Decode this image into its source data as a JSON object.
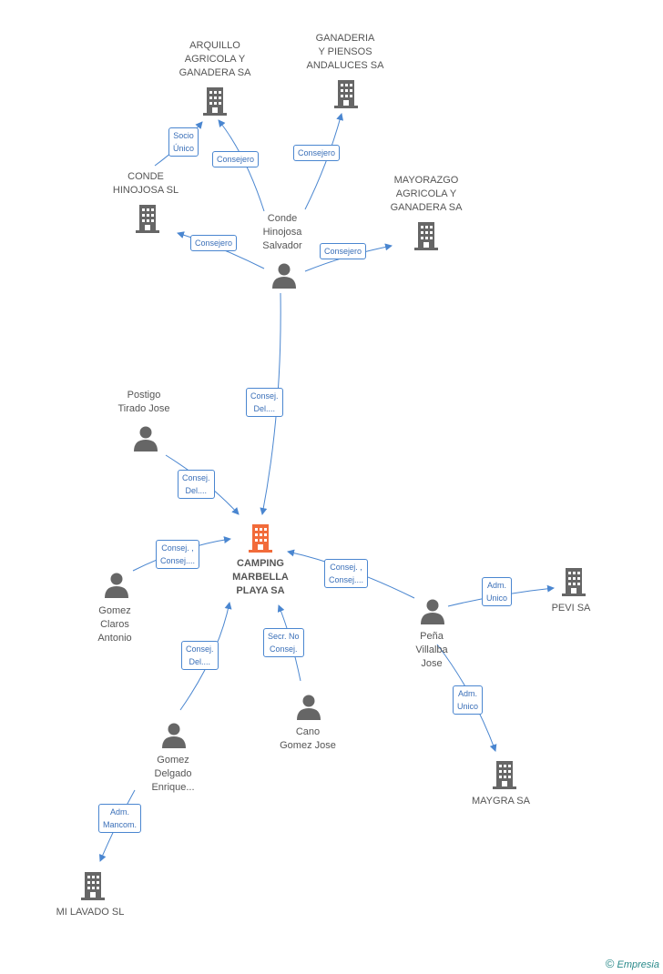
{
  "colors": {
    "link": "#4a86d0",
    "node": "#666666",
    "main": "#f26b3a"
  },
  "main_node": {
    "label": "CAMPING\nMARBELLA\nPLAYA SA"
  },
  "companies": {
    "arquillo": "ARQUILLO\nAGRICOLA Y\nGANADERA SA",
    "ganaderia": "GANADERIA\nY PIENSOS\nANDALUCES SA",
    "conde_hinojosa_sl": "CONDE\nHINOJOSA SL",
    "mayorazgo": "MAYORAZGO\nAGRICOLA Y\nGANADERA SA",
    "pevi": "PEVI SA",
    "maygra": "MAYGRA SA",
    "milavado": "MI LAVADO SL"
  },
  "people": {
    "conde": "Conde\nHinojosa\nSalvador",
    "postigo": "Postigo\nTirado Jose",
    "gomez_claros": "Gomez\nClaros\nAntonio",
    "pena": "Peña\nVillalba\nJose",
    "cano": "Cano\nGomez Jose",
    "gomez_delgado": "Gomez\nDelgado\nEnrique..."
  },
  "edges": {
    "socio_unico": "Socio\nÚnico",
    "consejero_arquillo": "Consejero",
    "consejero_ganaderia": "Consejero",
    "consejero_conde_sl": "Consejero",
    "consejero_mayorazgo": "Consejero",
    "conde_main": "Consej.\nDel....",
    "postigo_main": "Consej.\nDel....",
    "gomez_claros_main": "Consej. ,\nConsej....",
    "pena_main": "Consej. ,\nConsej....",
    "adm_unico_pevi": "Adm.\nUnico",
    "adm_unico_maygra": "Adm.\nUnico",
    "gomez_delgado_main": "Consej.\nDel....",
    "cano_main": "Secr.  No\nConsej.",
    "adm_mancom": "Adm.\nMancom."
  },
  "brand": {
    "copyright": "©",
    "name": "Empresia"
  }
}
